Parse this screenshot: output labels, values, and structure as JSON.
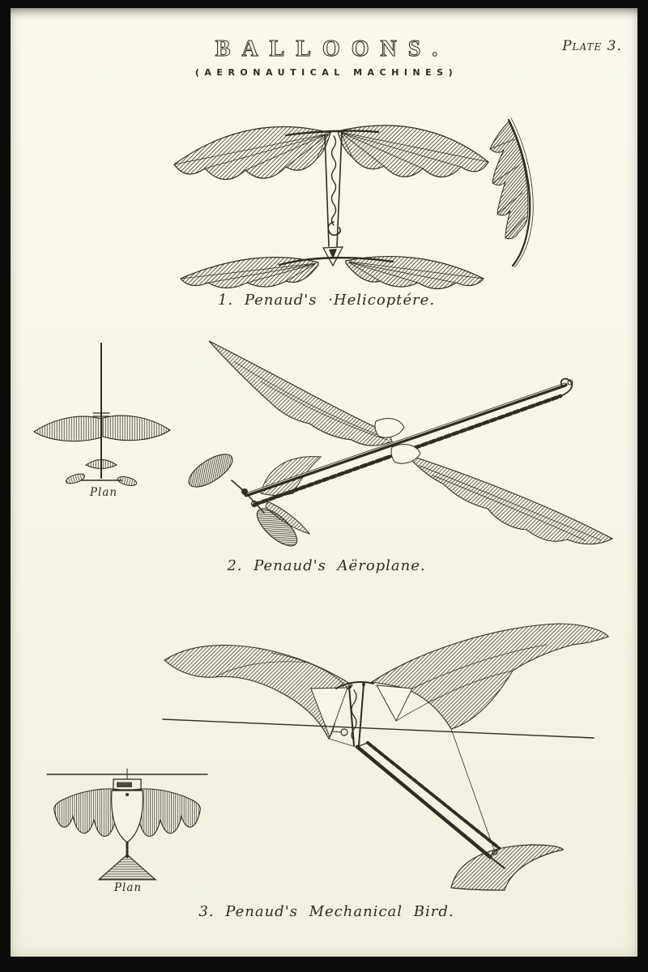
{
  "plate": {
    "title": "BALLOONS.",
    "subtitle": "(AERONAUTICAL MACHINES)",
    "plate_label": "Plate 3.",
    "captions": {
      "helicopter": "1. Penaud's ·Helicoptére.",
      "aeroplane": "2. Penaud's Aëroplane.",
      "mechanical_bird": "3. Penaud's Mechanical Bird."
    },
    "plan_labels": {
      "aeroplane_plan": "Plan",
      "bird_plan": "Plan"
    },
    "colors": {
      "paper": "#f7f6e7",
      "ink": "#2e2c24",
      "frame": "#0d0d0b"
    }
  }
}
